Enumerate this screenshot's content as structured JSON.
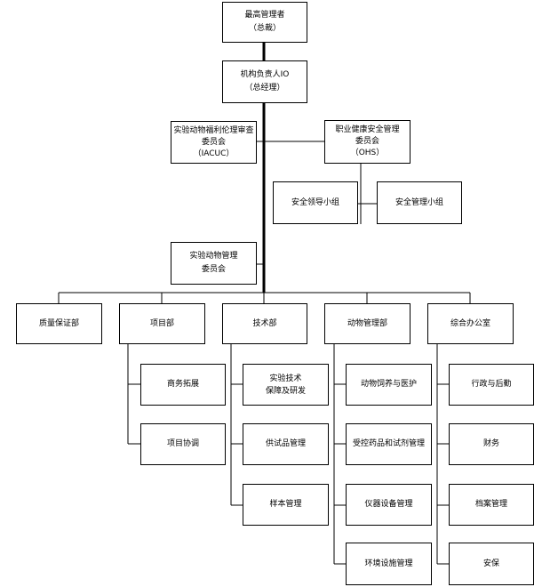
{
  "org_chart": {
    "director": {
      "line1": "最高管理者",
      "line2": "（总裁）"
    },
    "facility_head": {
      "line1": "机构负责人IO",
      "line2": "（总经理）"
    },
    "iacuc": {
      "line1": "实验动物福利伦理审查",
      "line2": "委员会",
      "line3": "（IACUC）"
    },
    "ohs": {
      "line1": "职业健康安全管理",
      "line2": "委员会",
      "line3": "（OHS）"
    },
    "safety_leadership_group": "安全领导小组",
    "safety_management_group": "安全管理小组",
    "lab_animal_committee": {
      "line1": "实验动物管理",
      "line2": "委员会"
    },
    "departments": [
      {
        "label": "质量保证部",
        "children": []
      },
      {
        "label": "项目部",
        "children": [
          "商务拓展",
          "项目协调"
        ]
      },
      {
        "label": "技术部",
        "children": [
          [
            "实验技术",
            "保障及研发"
          ],
          "供试品管理",
          "样本管理"
        ]
      },
      {
        "label": "动物管理部",
        "children": [
          "动物饲养与医护",
          "受控药品和试剂管理",
          "仪器设备管理",
          "环境设施管理"
        ]
      },
      {
        "label": "综合办公室",
        "children": [
          "行政与后勤",
          "财务",
          "档案管理",
          "安保"
        ]
      }
    ]
  }
}
